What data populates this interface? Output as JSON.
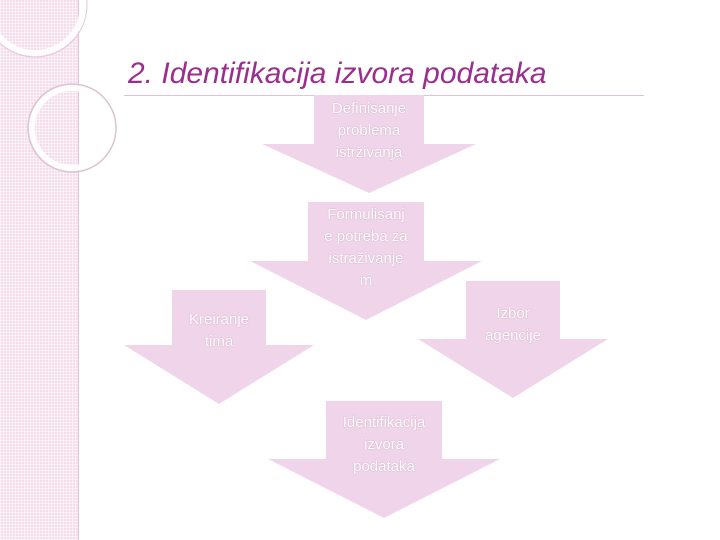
{
  "slide": {
    "title": "2. Identifikacija izvora podataka"
  },
  "colors": {
    "arrow_fill": "#f0d4e9",
    "title_color": "#9b2d8e",
    "sidebar_color": "#f5dcea"
  },
  "diagram": {
    "steps": [
      {
        "id": "definisanje",
        "label": "Definisanje\nproblema\nistrživanja"
      },
      {
        "id": "formulisanje",
        "label": "Formulisanj\ne potreba za\nistraživanje\nm"
      },
      {
        "id": "kreiranje",
        "label": "Kreiranje\ntima"
      },
      {
        "id": "izbor",
        "label": "Izbor\nagencije"
      },
      {
        "id": "identifikacija",
        "label": "Identifikacija\nizvora\npodataka"
      }
    ]
  }
}
